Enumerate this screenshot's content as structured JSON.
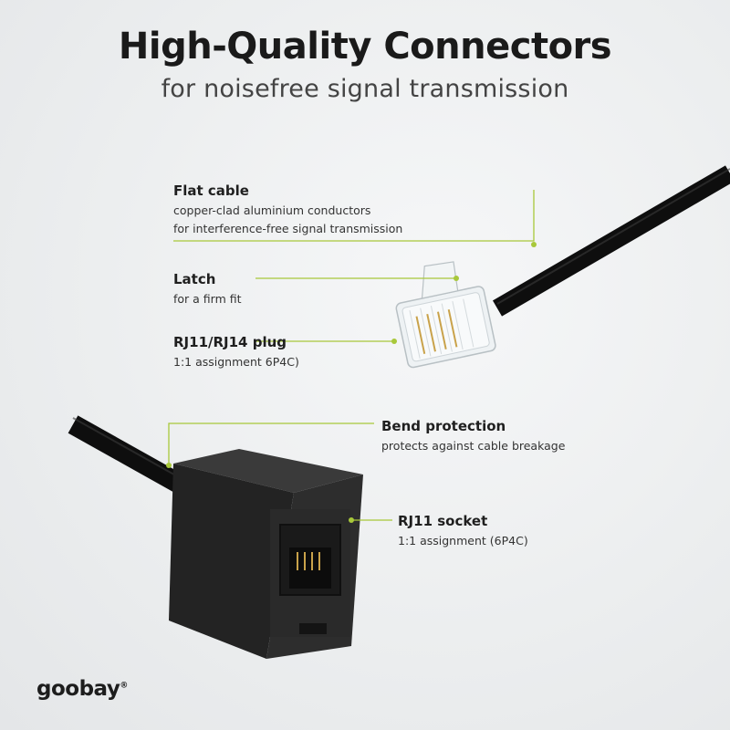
{
  "header": {
    "title": "High-Quality Connectors",
    "subtitle": "for noisefree signal transmission"
  },
  "callouts": [
    {
      "head": "Flat cable",
      "desc": [
        "copper-clad aluminium conductors",
        "for interference-free signal transmission"
      ]
    },
    {
      "head": "Latch",
      "desc": [
        "for a firm fit"
      ]
    },
    {
      "head": "RJ11/RJ14 plug",
      "desc": [
        "1:1 assignment 6P4C)"
      ]
    },
    {
      "head": "Bend protection",
      "desc": [
        "protects against cable breakage"
      ]
    },
    {
      "head": "RJ11 socket",
      "desc": [
        "1:1 assignment (6P4C)"
      ]
    }
  ],
  "brand": {
    "name": "goobay",
    "registered": "®"
  },
  "colors": {
    "accent": "#a8c83a",
    "cable": "#141414",
    "socket": "#2a2a2a"
  }
}
